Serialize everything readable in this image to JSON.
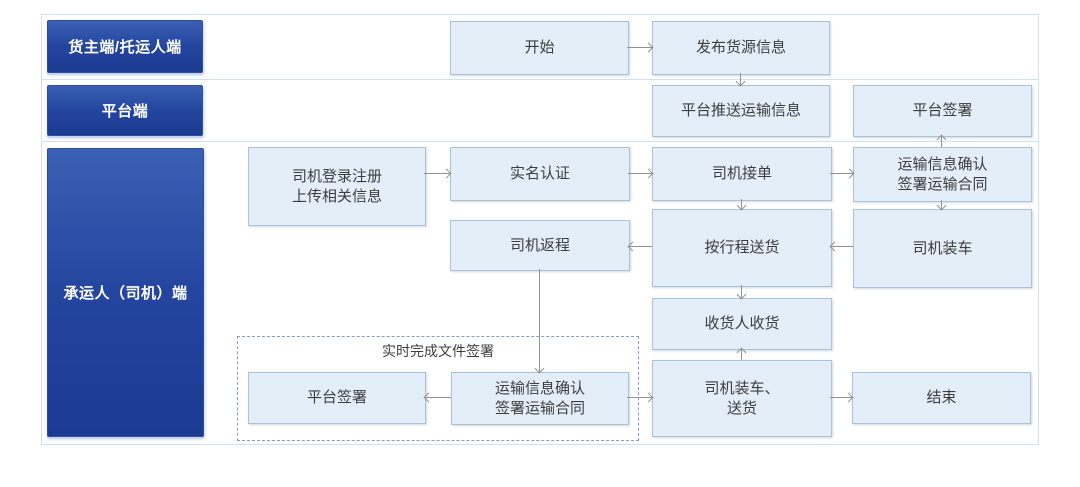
{
  "diagram": {
    "type": "flowchart",
    "orientation": "swimlane-horizontal"
  },
  "lanes": [
    {
      "id": "shipper",
      "label": "货主端/托运人端"
    },
    {
      "id": "platform",
      "label": "平台端"
    },
    {
      "id": "carrier",
      "label": "承运人（司机）端"
    }
  ],
  "nodes": [
    {
      "id": "start",
      "lane": "shipper",
      "label": "开始"
    },
    {
      "id": "publish",
      "lane": "shipper",
      "label": "发布货源信息"
    },
    {
      "id": "push",
      "lane": "platform",
      "label": "平台推送运输信息"
    },
    {
      "id": "platform_sign",
      "lane": "platform",
      "label": "平台签署"
    },
    {
      "id": "driver_register",
      "lane": "carrier",
      "label": "司机登录注册\n上传相关信息"
    },
    {
      "id": "real_name",
      "lane": "carrier",
      "label": "实名认证"
    },
    {
      "id": "driver_accept",
      "lane": "carrier",
      "label": "司机接单"
    },
    {
      "id": "confirm_sign",
      "lane": "carrier",
      "label": "运输信息确认\n签署运输合同"
    },
    {
      "id": "driver_return",
      "lane": "carrier",
      "label": "司机返程"
    },
    {
      "id": "deliver_by_route",
      "lane": "carrier",
      "label": "按行程送货"
    },
    {
      "id": "driver_load",
      "lane": "carrier",
      "label": "司机装车"
    },
    {
      "id": "receiver_receive",
      "lane": "carrier",
      "label": "收货人收货"
    },
    {
      "id": "platform_sign_2",
      "lane": "carrier",
      "label": "平台签署"
    },
    {
      "id": "confirm_sign_2",
      "lane": "carrier",
      "label": "运输信息确认\n签署运输合同"
    },
    {
      "id": "load_and_deliver",
      "lane": "carrier",
      "label": "司机装车、\n送货"
    },
    {
      "id": "end",
      "lane": "carrier",
      "label": "结束"
    }
  ],
  "group": {
    "label": "实时完成文件签署",
    "members": [
      "platform_sign_2",
      "confirm_sign_2"
    ]
  },
  "edges": [
    {
      "from": "start",
      "to": "publish"
    },
    {
      "from": "publish",
      "to": "push"
    },
    {
      "from": "driver_register",
      "to": "real_name"
    },
    {
      "from": "real_name",
      "to": "driver_accept"
    },
    {
      "from": "driver_accept",
      "to": "confirm_sign"
    },
    {
      "from": "confirm_sign",
      "to": "platform_sign"
    },
    {
      "from": "confirm_sign",
      "to": "driver_load"
    },
    {
      "from": "driver_accept",
      "to": "deliver_by_route"
    },
    {
      "from": "driver_load",
      "to": "deliver_by_route"
    },
    {
      "from": "deliver_by_route",
      "to": "driver_return"
    },
    {
      "from": "driver_return",
      "to": "confirm_sign_2"
    },
    {
      "from": "deliver_by_route",
      "to": "receiver_receive"
    },
    {
      "from": "confirm_sign_2",
      "to": "platform_sign_2"
    },
    {
      "from": "confirm_sign_2",
      "to": "load_and_deliver"
    },
    {
      "from": "load_and_deliver",
      "to": "receiver_receive"
    },
    {
      "from": "load_and_deliver",
      "to": "end"
    }
  ],
  "colors": {
    "lane_gradient_top": "#3a60b3",
    "lane_gradient_bottom": "#1b3a92",
    "lane_border": "#2d4f9e",
    "lane_text": "#ffffff",
    "process_fill": "#e3eef9",
    "process_border": "#a9c2d8",
    "frame_border": "#cde1f1",
    "dashed_border": "#7f9fc6",
    "arrow": "#929292",
    "text": "#3d3d3d"
  }
}
